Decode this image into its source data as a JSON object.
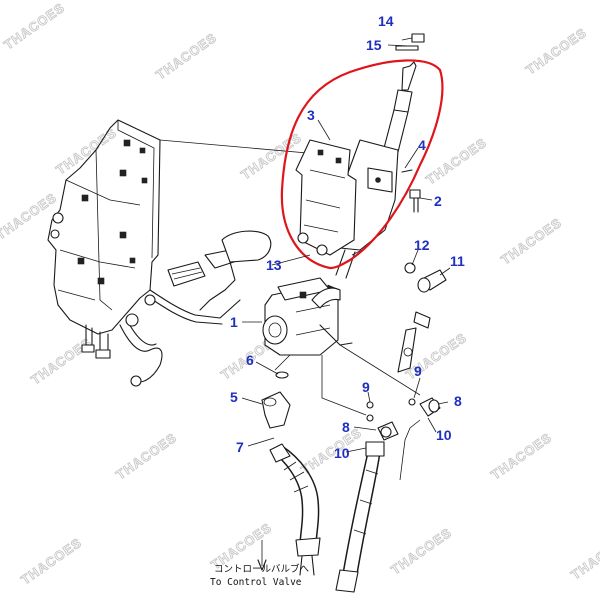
{
  "diagram": {
    "callout_color": "#1f2fbf",
    "highlight_color": "#e0141b",
    "watermark_text": "THACOES",
    "note_jp": "コントロールバルブへ",
    "note_en": "To Control Valve",
    "callouts": [
      {
        "id": "c14",
        "label": "14"
      },
      {
        "id": "c15",
        "label": "15"
      },
      {
        "id": "c3",
        "label": "3"
      },
      {
        "id": "c4",
        "label": "4"
      },
      {
        "id": "c2",
        "label": "2"
      },
      {
        "id": "c12",
        "label": "12"
      },
      {
        "id": "c11",
        "label": "11"
      },
      {
        "id": "c13",
        "label": "13"
      },
      {
        "id": "c1",
        "label": "1"
      },
      {
        "id": "c6",
        "label": "6"
      },
      {
        "id": "c9a",
        "label": "9"
      },
      {
        "id": "c9b",
        "label": "9"
      },
      {
        "id": "c5",
        "label": "5"
      },
      {
        "id": "c8a",
        "label": "8"
      },
      {
        "id": "c8b",
        "label": "8"
      },
      {
        "id": "c10a",
        "label": "10"
      },
      {
        "id": "c10b",
        "label": "10"
      },
      {
        "id": "c7",
        "label": "7"
      }
    ]
  }
}
